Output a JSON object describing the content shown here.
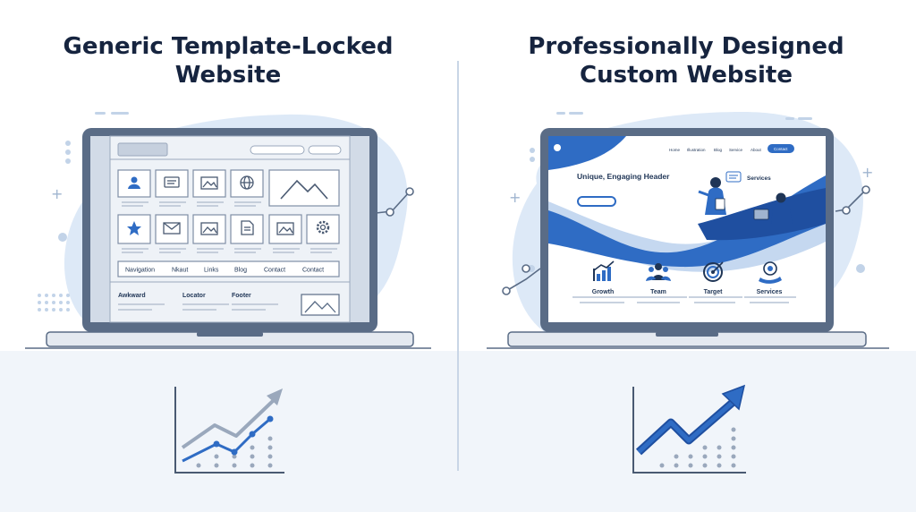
{
  "left_panel": {
    "title_line1": "Generic Template-Locked",
    "title_line2": "Website",
    "nav_items": [
      "Navigation",
      "Nkaut",
      "Links",
      "Blog",
      "Contact",
      "Contact"
    ],
    "footer_labels": [
      "Awkward",
      "Locator",
      "Footer"
    ],
    "tile_icons": [
      "user-icon",
      "chat-icon",
      "image-icon",
      "globe-icon",
      "large-image-icon",
      "star-icon",
      "mail-icon",
      "image-icon",
      "document-icon",
      "image-icon",
      "gear-icon"
    ]
  },
  "right_panel": {
    "title_line1": "Professionally Designed",
    "title_line2": "Custom Website",
    "nav_items": [
      "Home",
      "Illustration",
      "Blog",
      "Service",
      "About"
    ],
    "nav_button": "Contact",
    "hero_heading": "Unique, Engaging Header",
    "hero_side_label": "Services",
    "features": [
      {
        "label": "Growth",
        "icon": "growth-chart-icon"
      },
      {
        "label": "Team",
        "icon": "team-icon"
      },
      {
        "label": "Target",
        "icon": "target-icon"
      },
      {
        "label": "Services",
        "icon": "handshake-icon"
      }
    ]
  },
  "colors": {
    "title": "#16243f",
    "laptop_frame": "#5a6c86",
    "accent_blue": "#2f6cc4",
    "dark_blue": "#1f4fa0",
    "light_blob": "#dde9f7",
    "template_gray": "#e7ecf3"
  }
}
